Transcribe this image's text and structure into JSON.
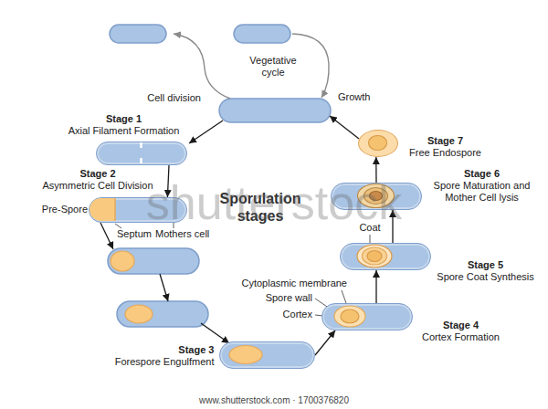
{
  "diagram": {
    "title": "Sporulation stages",
    "nodes": [
      {
        "text": [
          "Stage 1",
          "Axial Filament Formation"
        ]
      },
      {
        "text": [
          "Stage 2",
          "Asymmetric Cell Division"
        ]
      },
      {
        "text": [
          "Stage 3",
          "Forespore Engulfment"
        ]
      },
      {
        "text": [
          "Stage 4",
          "Cortex Formation"
        ]
      },
      {
        "text": [
          "Stage 5",
          "Spore Coat Synthesis"
        ]
      },
      {
        "text": [
          "Stage 6",
          "Spore Maturation and Mother Cell lysis"
        ]
      },
      {
        "text": [
          "Stage 7",
          "Free Endospore"
        ]
      }
    ],
    "edges": [
      {
        "from": 0,
        "to": 1,
        "arrow": "to"
      },
      {
        "from": 2,
        "to": 3,
        "arrow": "to"
      },
      {
        "from": 3,
        "to": 4,
        "arrow": "to"
      },
      {
        "from": 4,
        "to": 5,
        "arrow": "to"
      },
      {
        "from": 5,
        "to": 6,
        "arrow": "to"
      }
    ],
    "labels": [
      "Vegetative cycle",
      "Cell division",
      "Growth",
      "Pre-Spore",
      "Septum",
      "Mothers cell",
      "Cytoplasmic membrane",
      "Spore wall",
      "Cortex",
      "Coat",
      "shutterstock",
      "www.shutterstock.com · 1700376820"
    ]
  }
}
